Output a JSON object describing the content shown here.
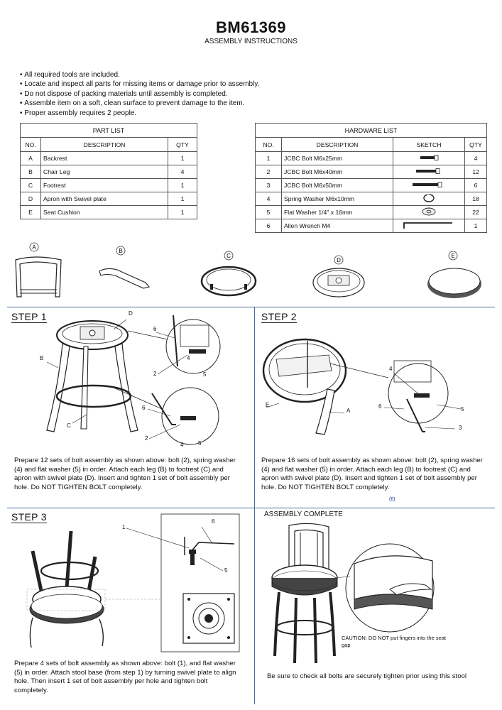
{
  "header": {
    "model": "BM61369",
    "subtitle": "ASSEMBLY INSTRUCTIONS"
  },
  "notes": [
    "All required tools are included.",
    "Locate and inspect all parts for missing items or damage prior to assembly.",
    "Do not dispose of packing materials until assembly is completed.",
    "Assemble item on a soft, clean surface to prevent damage to the item.",
    "Proper assembly requires 2 people."
  ],
  "part_list": {
    "caption": "PART LIST",
    "headers": [
      "NO.",
      "DESCRIPTION",
      "QTY"
    ],
    "rows": [
      [
        "A",
        "Backrest",
        "1"
      ],
      [
        "B",
        "Chair Leg",
        "4"
      ],
      [
        "C",
        "Footrest",
        "1"
      ],
      [
        "D",
        "Apron with Swivel plate",
        "1"
      ],
      [
        "E",
        "Seat Cushion",
        "1"
      ]
    ]
  },
  "hardware_list": {
    "caption": "HARDWARE LIST",
    "headers": [
      "NO.",
      "DESCRIPTION",
      "SKETCH",
      "QTY"
    ],
    "rows": [
      [
        "1",
        "JCBC Bolt M6x25mm",
        "bolt-short-icon",
        "4"
      ],
      [
        "2",
        "JCBC Bolt M6x40mm",
        "bolt-medium-icon",
        "12"
      ],
      [
        "3",
        "JCBC Bolt M6x50mm",
        "bolt-long-icon",
        "6"
      ],
      [
        "4",
        "Spring Washer M6x10mm",
        "spring-washer-icon",
        "18"
      ],
      [
        "5",
        "Flat Washer 1/4\" x 16mm",
        "flat-washer-icon",
        "22"
      ],
      [
        "6",
        "Allen Wrench M4",
        "allen-wrench-icon",
        "1"
      ]
    ]
  },
  "parts_row": [
    "A",
    "B",
    "C",
    "D",
    "E"
  ],
  "step1": {
    "title": "STEP 1",
    "text": "Prepare 12 sets of bolt assembly as shown above: bolt (2), spring washer (4) and flat washer (5) in order. Attach each leg (B) to footrest (C) and apron with swivel plate (D). Insert and tighten 1 set of bolt assembly per hole. Do NOT TIGHTEN BOLT completely.",
    "labels": {
      "d": "D",
      "b": "B",
      "c": "C",
      "six_a": "6",
      "two_a": "2",
      "four_a": "4",
      "five_a": "5",
      "six_b": "6",
      "two_b": "2",
      "four_b": "4",
      "five_b": "5"
    }
  },
  "step2": {
    "title": "STEP 2",
    "text": "Prepare 16 sets of bolt assembly as shown above: bolt (2), spring washer (4) and flat washer (5) in order. Attach each leg (B) to footrest (C) and apron with swivel plate (D). Insert and tighten 1 set of bolt assembly per hole. Do NOT TIGHTEN BOLT completely.",
    "page_number": "(6)",
    "labels": {
      "e": "E",
      "a": "A",
      "four": "4",
      "six": "6",
      "five": "5",
      "three": "3"
    }
  },
  "step3": {
    "title": "STEP 3",
    "text": "Prepare 4 sets of bolt assembly as shown above: bolt (1), and flat washer (5) in order. Attach stool base (from step 1) by turning swivel plate to align hole. Then insert 1 set of bolt assembly per hole and tighten bolt completely.",
    "labels": {
      "one": "1",
      "six": "6",
      "five": "5"
    }
  },
  "complete": {
    "title": "ASSEMBLY COMPLETE",
    "caution": "CAUTION: DO NOT put fingers into the seat gap",
    "text": "Be sure to check all bolts are securely tighten prior using this stool"
  }
}
